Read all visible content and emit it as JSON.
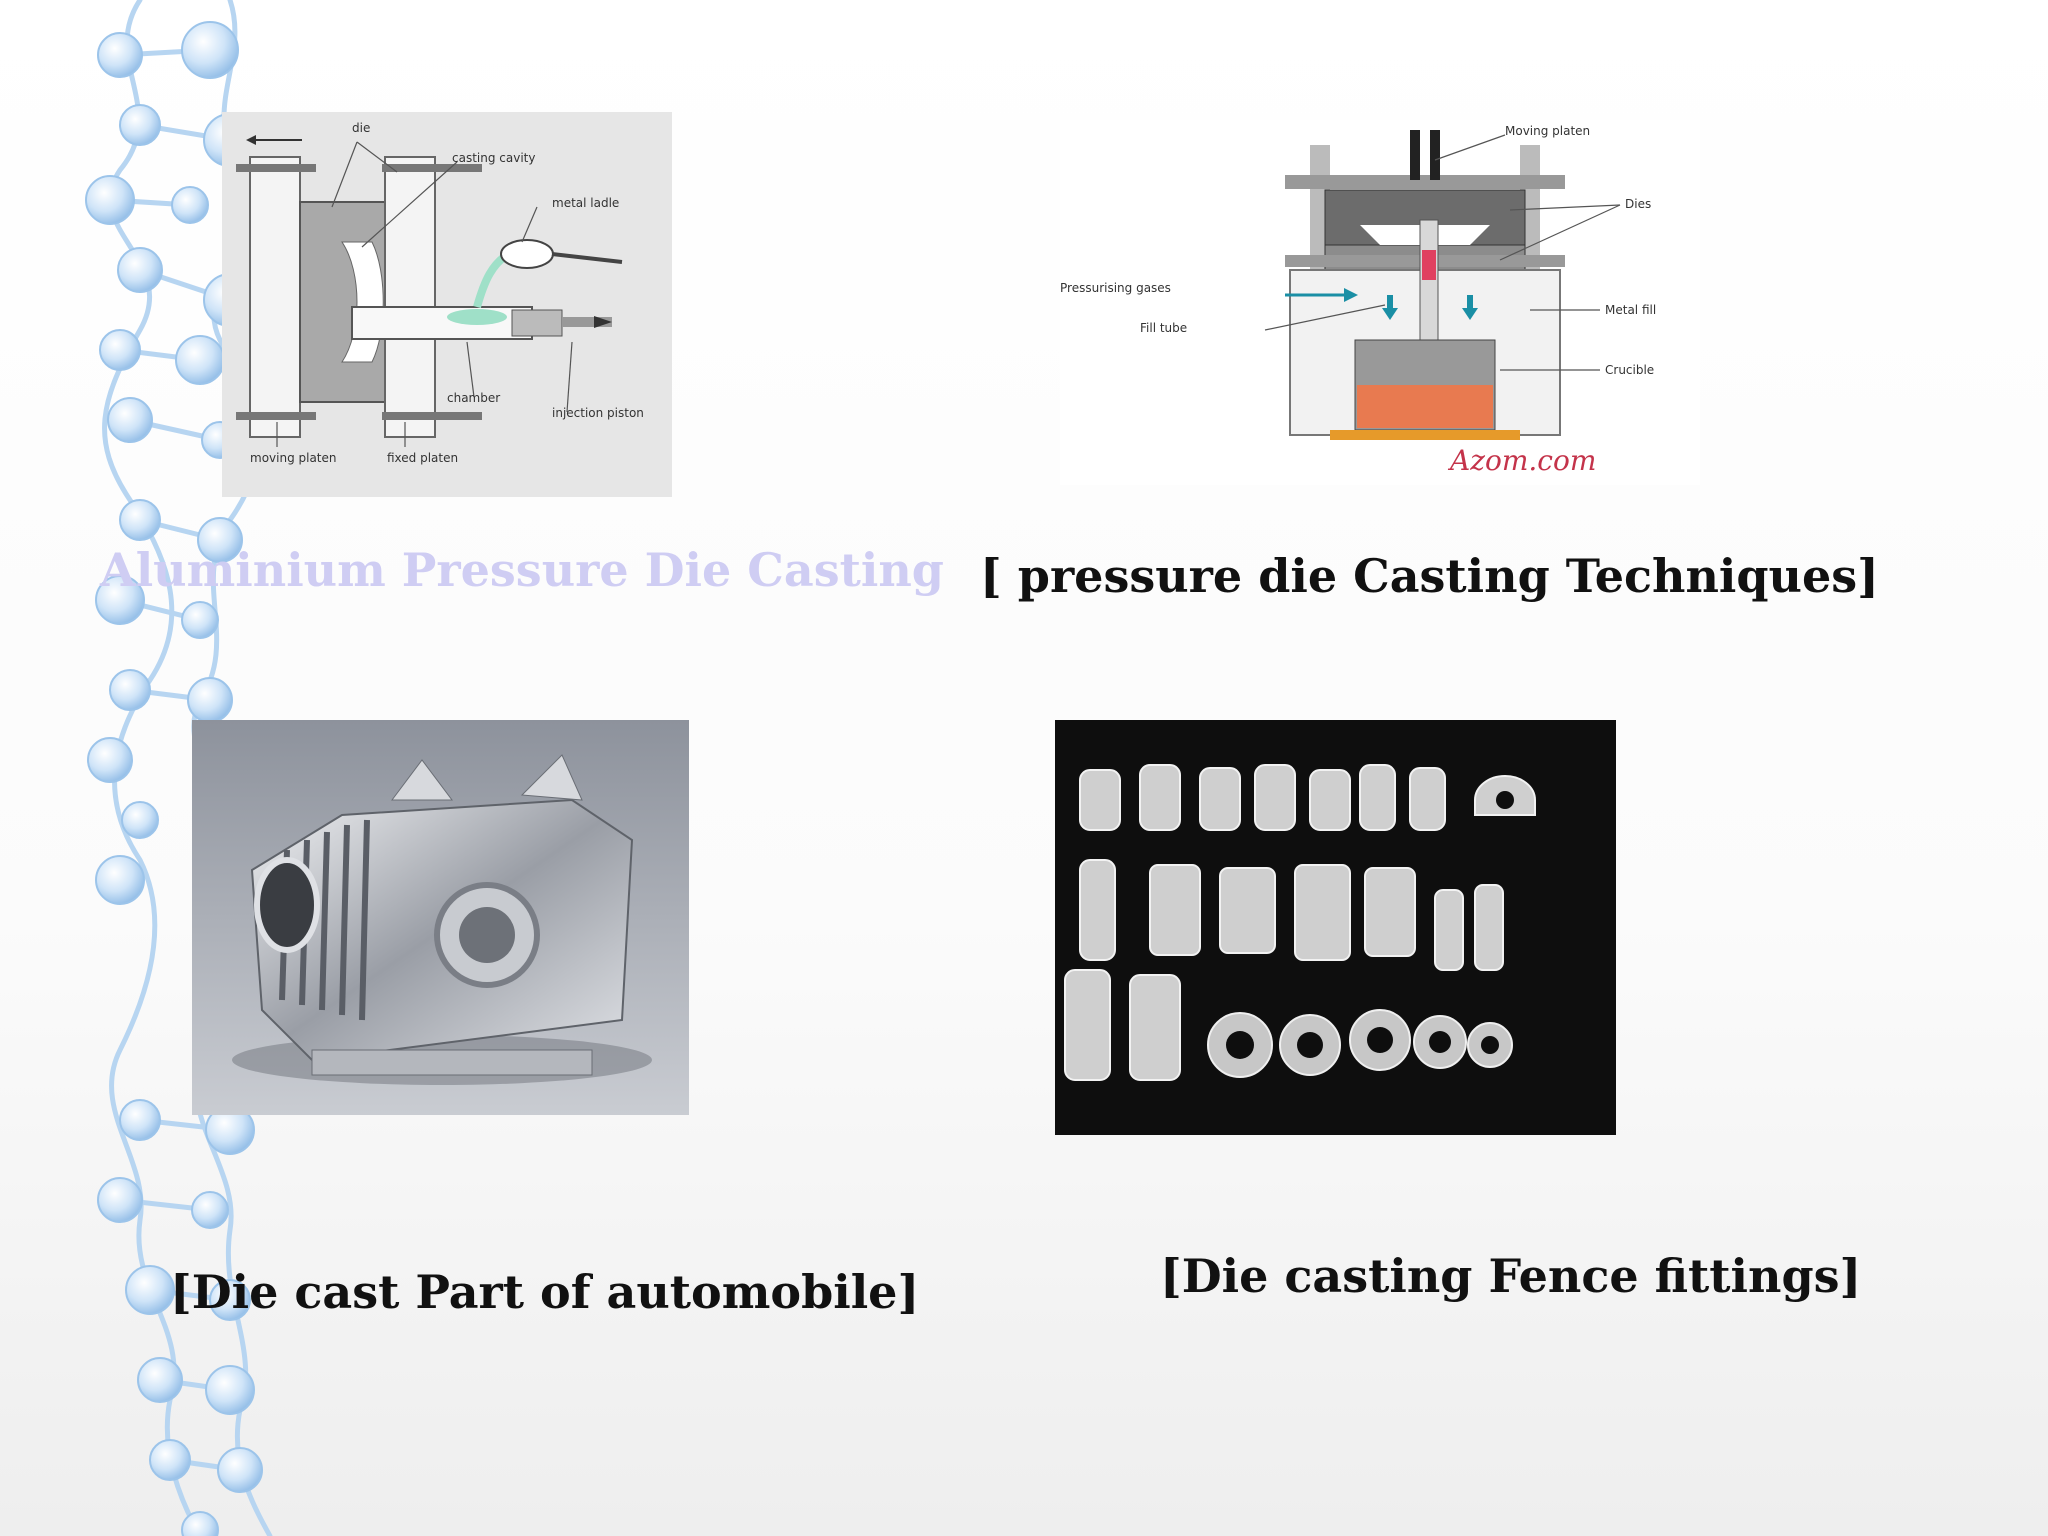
{
  "slide": {
    "figures": [
      {
        "id": "pressure-die-casting-diagram",
        "labels": {
          "die": "die",
          "cavity": "casting cavity",
          "ladle": "metal ladle",
          "chamber": "chamber",
          "piston": "injection piston",
          "moving_platen": "moving platen",
          "fixed_platen": "fixed platen"
        }
      },
      {
        "id": "low-pressure-die-casting-diagram",
        "labels": {
          "moving_platen": "Moving platen",
          "dies": "Dies",
          "gas": "Pressurising gases",
          "fill_tube": "Fill tube",
          "melt": "Metal fill",
          "crucible": "Crucible",
          "signature": "Azom.com"
        }
      },
      {
        "id": "automobile-part-photo"
      },
      {
        "id": "fence-fittings-photo"
      }
    ],
    "captions": {
      "aluminium": "Aluminium Pressure Die Casting",
      "techniques": "[ pressure die Casting Techniques]",
      "automobile": "[Die cast Part of automobile]",
      "fence": "[Die casting Fence fittings]"
    },
    "colors": {
      "caption_text": "#111111",
      "faded_caption": "#cfcdf3",
      "molecule_blue": "#a9cdf0"
    }
  }
}
